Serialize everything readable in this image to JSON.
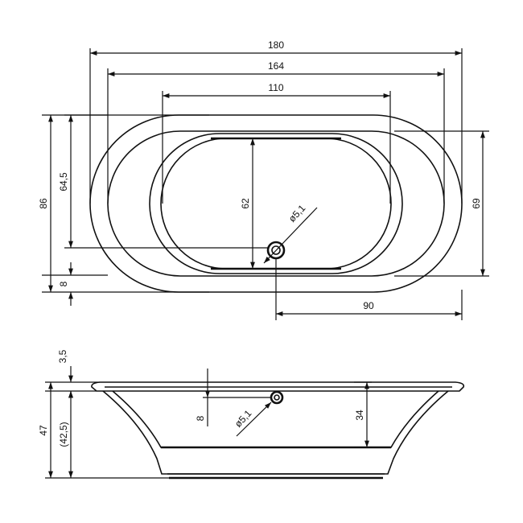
{
  "top_view": {
    "dims": {
      "overall_length": "180",
      "inner_length": "164",
      "bottom_length": "110",
      "overall_width": "86",
      "inner_width": "64,5",
      "bottom_width": "62",
      "rim_width": "69",
      "drain_offset_y": "8",
      "drain_offset_x": "90",
      "drain_diameter": "ø5,1"
    }
  },
  "side_view": {
    "dims": {
      "rim_thickness": "3,5",
      "overall_height": "47",
      "inner_height": "(42,5)",
      "drain_depth": "8",
      "water_depth": "34",
      "drain_diameter": "ø5,1"
    }
  }
}
